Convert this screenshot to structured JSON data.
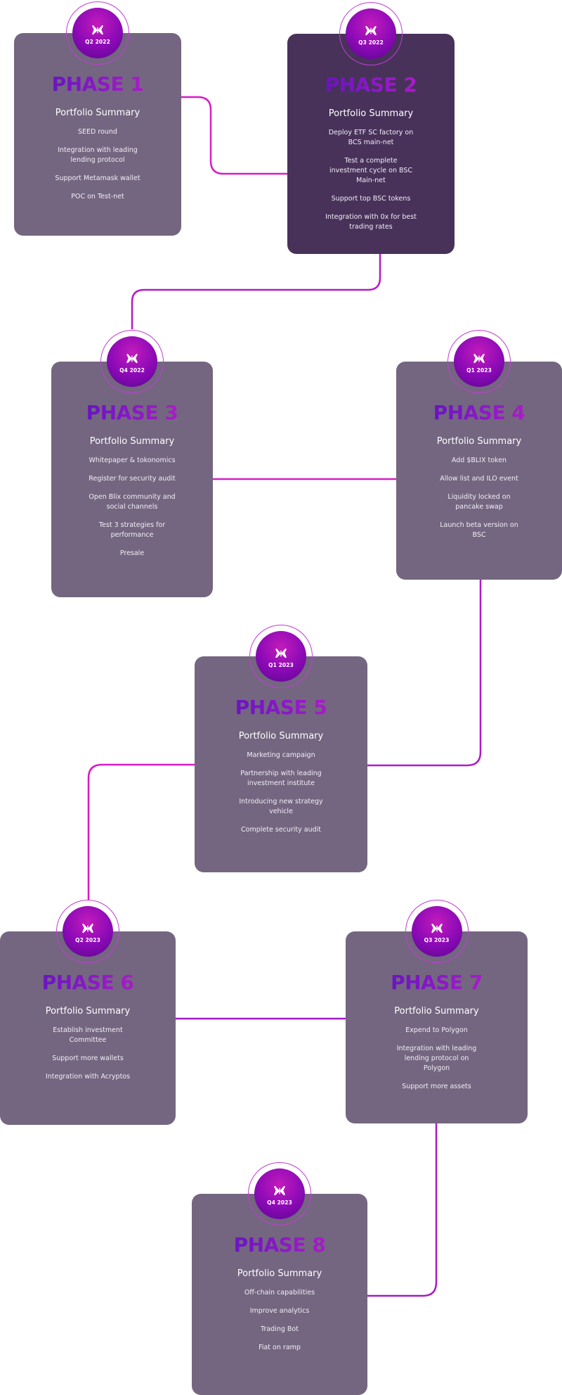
{
  "phases": [
    {
      "title": "PHASE 1",
      "quarter": "Q2 2022",
      "summary_label": "Portfolio Summary",
      "items": [
        "SEED round",
        "Integration with leading lending protocol",
        "Support Metamask wallet",
        "POC on Test-net"
      ]
    },
    {
      "title": "PHASE 2",
      "quarter": "Q3 2022",
      "summary_label": "Portfolio Summary",
      "items": [
        "Deploy ETF SC factory on BCS main-net",
        "Test a complete investment cycle on BSC Main-net",
        "Support top BSC tokens",
        "Integration with 0x for best trading rates"
      ]
    },
    {
      "title": "PHASE 3",
      "quarter": "Q4 2022",
      "summary_label": "Portfolio Summary",
      "items": [
        "Whitepaper & tokonomics",
        "Register for security audit",
        "Open Blix community and social channels",
        "Test 3 strategies for performance",
        "Presale"
      ]
    },
    {
      "title": "PHASE 4",
      "quarter": "Q1 2023",
      "summary_label": "Portfolio Summary",
      "items": [
        "Add $BLIX token",
        "Allow list and ILO event",
        "Liquidity locked on pancake swap",
        "Launch beta version on BSC"
      ]
    },
    {
      "title": "PHASE 5",
      "quarter": "Q1 2023",
      "summary_label": "Portfolio Summary",
      "items": [
        "Marketing campaign",
        "Partnership with leading investment institute",
        "Introducing new strategy vehicle",
        "Complete security audit"
      ]
    },
    {
      "title": "PHASE 6",
      "quarter": "Q2 2023",
      "summary_label": "Portfolio Summary",
      "items": [
        "Establish investment Committee",
        "Support more wallets",
        "Integration with Acryptos"
      ]
    },
    {
      "title": "PHASE 7",
      "quarter": "Q3 2023",
      "summary_label": "Portfolio Summary",
      "items": [
        "Expend to Polygon",
        "Integration with leading lending protocol on Polygon",
        "Support more assets"
      ]
    },
    {
      "title": "PHASE 8",
      "quarter": "Q4 2023",
      "summary_label": "Portfolio Summary",
      "items": [
        "Off-chain capabilities",
        "Improve analytics",
        "Trading Bot",
        "Fiat on ramp"
      ]
    }
  ],
  "colors": {
    "card": "#746680",
    "card_active": "#48325a",
    "connector_magenta": "#d81bc6",
    "connector_purple": "#8a1ac8",
    "badge": "#a80fba"
  },
  "icons": {
    "badge_logo": "blix-butterfly-logo"
  }
}
